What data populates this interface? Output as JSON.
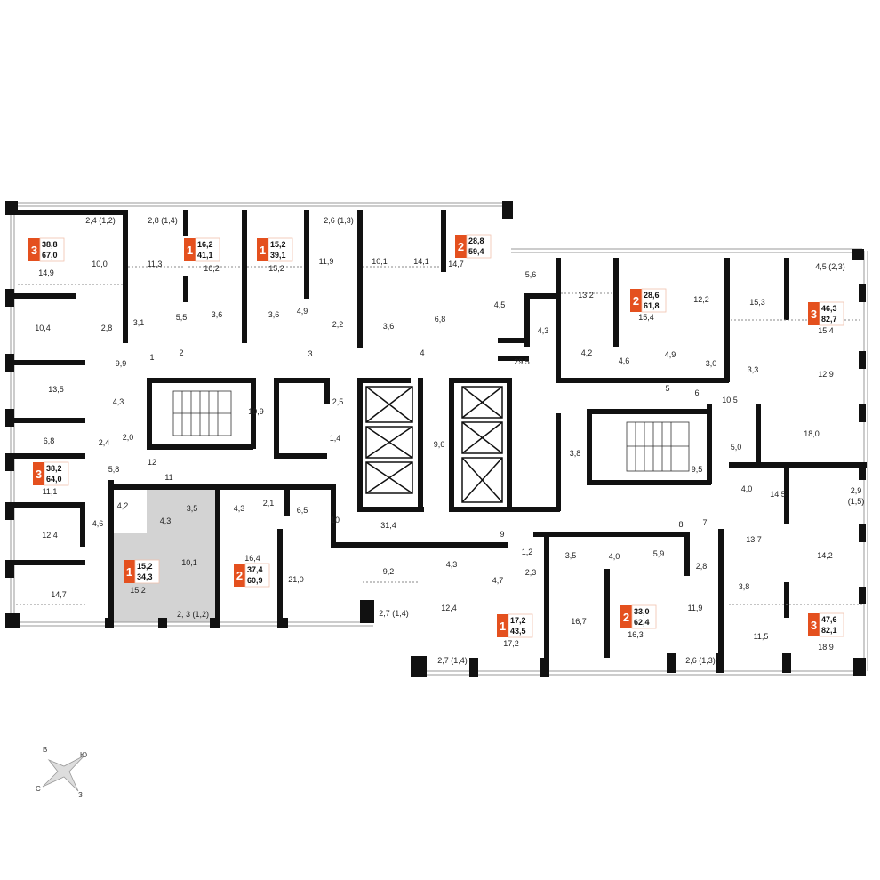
{
  "colors": {
    "accent": "#e4501e",
    "wall": "#111111",
    "selected": "#d3d3d3",
    "wall_thin": "#888888"
  },
  "rooms": [
    {
      "t": "10,0"
    },
    {
      "t": "11,3"
    },
    {
      "t": "16,2"
    },
    {
      "t": "15,2"
    },
    {
      "t": "11,9"
    },
    {
      "t": "10,1"
    },
    {
      "t": "14,1"
    },
    {
      "t": "14,7"
    },
    {
      "t": "14,9"
    },
    {
      "t": "10,4"
    },
    {
      "t": "2,8"
    },
    {
      "t": "3,1"
    },
    {
      "t": "5,5"
    },
    {
      "t": "3,6"
    },
    {
      "t": "3,6"
    },
    {
      "t": "4,9"
    },
    {
      "t": "2,2"
    },
    {
      "t": "3,6"
    },
    {
      "t": "6,8"
    },
    {
      "t": "4,5"
    },
    {
      "t": "5,6"
    },
    {
      "t": "13,2"
    },
    {
      "t": "15,4"
    },
    {
      "t": "12,2"
    },
    {
      "t": "15,3"
    },
    {
      "t": "15,4"
    },
    {
      "t": "4,3"
    },
    {
      "t": "4,2"
    },
    {
      "t": "4,6"
    },
    {
      "t": "4,9"
    },
    {
      "t": "3,0"
    },
    {
      "t": "3,3"
    },
    {
      "t": "29,5"
    },
    {
      "t": "9,9"
    },
    {
      "t": "13,5"
    },
    {
      "t": "4,3"
    },
    {
      "t": "2,5"
    },
    {
      "t": "10,9"
    },
    {
      "t": "1,4"
    },
    {
      "t": "9,6"
    },
    {
      "t": "6,8"
    },
    {
      "t": "2,4"
    },
    {
      "t": "2,0"
    },
    {
      "t": "5,8"
    },
    {
      "t": "11,1"
    },
    {
      "t": "12,9"
    },
    {
      "t": "10,5"
    },
    {
      "t": "18,0"
    },
    {
      "t": "5,0"
    },
    {
      "t": "3,8"
    },
    {
      "t": "9,5"
    },
    {
      "t": "4,0"
    },
    {
      "t": "14,5"
    },
    {
      "t": "4,2"
    },
    {
      "t": "4,3"
    },
    {
      "t": "3,5"
    },
    {
      "t": "4,3"
    },
    {
      "t": "2,1"
    },
    {
      "t": "6,5"
    },
    {
      "t": "4,6"
    },
    {
      "t": "12,4"
    },
    {
      "t": "31,4"
    },
    {
      "t": "10,1"
    },
    {
      "t": "16,4"
    },
    {
      "t": "21,0"
    },
    {
      "t": "9,2"
    },
    {
      "t": "4,3"
    },
    {
      "t": "1,2"
    },
    {
      "t": "2,3"
    },
    {
      "t": "3,5"
    },
    {
      "t": "4,0"
    },
    {
      "t": "5,9"
    },
    {
      "t": "2,8"
    },
    {
      "t": "13,7"
    },
    {
      "t": "14,2"
    },
    {
      "t": "4,7"
    },
    {
      "t": "12,4"
    },
    {
      "t": "16,7"
    },
    {
      "t": "16,3"
    },
    {
      "t": "11,9"
    },
    {
      "t": "3,8"
    },
    {
      "t": "11,5"
    },
    {
      "t": "18,9"
    },
    {
      "t": "14,7"
    },
    {
      "t": "15,2"
    },
    {
      "t": "17,2"
    }
  ],
  "balconies": [
    {
      "t": "2,4 (1,2)"
    },
    {
      "t": "2,8 (1,4)"
    },
    {
      "t": "2,6 (1,3)"
    },
    {
      "t": "4,5 (2,3)"
    },
    {
      "t": "2,9"
    },
    {
      "t": "(1,5)"
    },
    {
      "t": "2, 3 (1,2)"
    },
    {
      "t": "2,7 (1,4)"
    },
    {
      "t": "2,7 (1,4)"
    },
    {
      "t": "2,6 (1,3)"
    }
  ],
  "apartments": [
    {
      "rooms": "3",
      "living": "38,8",
      "total": "67,0"
    },
    {
      "rooms": "1",
      "living": "16,2",
      "total": "41,1"
    },
    {
      "rooms": "1",
      "living": "15,2",
      "total": "39,1"
    },
    {
      "rooms": "2",
      "living": "28,8",
      "total": "59,4"
    },
    {
      "rooms": "2",
      "living": "28,6",
      "total": "61,8"
    },
    {
      "rooms": "3",
      "living": "46,3",
      "total": "82,7"
    },
    {
      "rooms": "3",
      "living": "38,2",
      "total": "64,0"
    },
    {
      "rooms": "1",
      "living": "15,2",
      "total": "34,3"
    },
    {
      "rooms": "2",
      "living": "37,4",
      "total": "60,9"
    },
    {
      "rooms": "1",
      "living": "17,2",
      "total": "43,5"
    },
    {
      "rooms": "2",
      "living": "33,0",
      "total": "62,4"
    },
    {
      "rooms": "3",
      "living": "47,6",
      "total": "82,1"
    }
  ],
  "entrances": [
    "1",
    "2",
    "3",
    "4",
    "5",
    "6",
    "7",
    "8",
    "9",
    "10",
    "11",
    "12"
  ],
  "compass": {
    "n": "В",
    "e": "Ю",
    "s": "З",
    "w": "С"
  }
}
